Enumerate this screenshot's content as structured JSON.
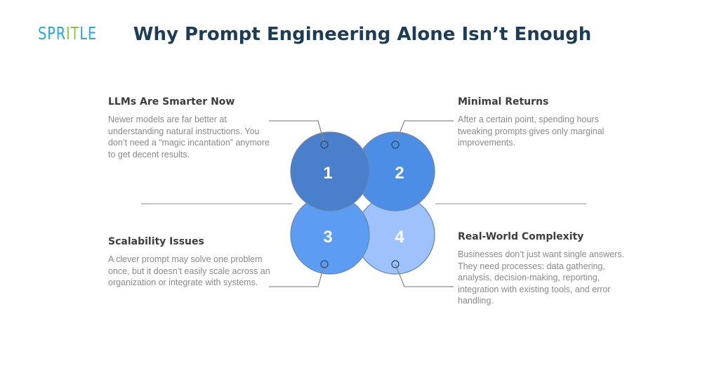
{
  "logo": {
    "part1": "SPR",
    "part2": "IT",
    "part3": "LE"
  },
  "title": "Why Prompt Engineering Alone Isn’t Enough",
  "items": [
    {
      "number": "1",
      "heading": "LLMs Are Smarter Now",
      "text": "Newer models are far better at understanding natural instructions. You don’t need a “magic incantation” anymore to get decent results.",
      "color": "#4a7fcb"
    },
    {
      "number": "2",
      "heading": "Minimal Returns",
      "text": "After a certain point, spending hours tweaking prompts gives only marginal improvements.",
      "color": "#4c8ee5"
    },
    {
      "number": "3",
      "heading": "Scalability Issues",
      "text": "A clever prompt may solve one problem once, but it doesn’t easily scale across an organization or integrate with systems.",
      "color": "#5c9cf2"
    },
    {
      "number": "4",
      "heading": "Real-World Complexity",
      "text": "Businesses don’t just want single answers. They need processes: data gathering, analysis, decision-making, reporting, integration with existing tools, and error handling.",
      "color": "#9ec3fc"
    }
  ]
}
